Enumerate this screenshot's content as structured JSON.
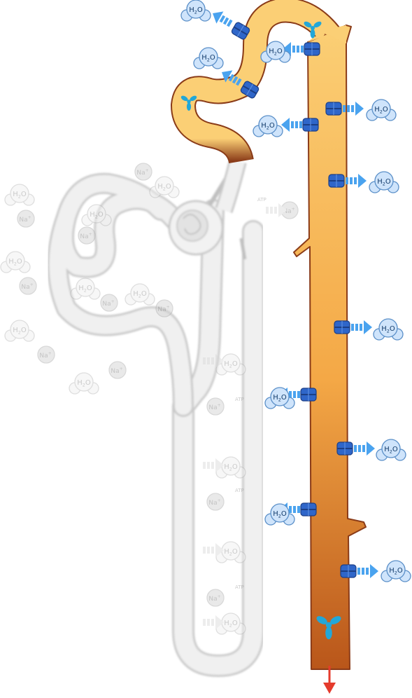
{
  "molecules": {
    "water_main": "H",
    "water_sub": "2",
    "water_tail": "O",
    "sodium_main": "Na",
    "sodium_sup": "+",
    "atp": "ATP"
  },
  "colors": {
    "duct_light": "#fbcf75",
    "duct_dark": "#b9561a",
    "duct_outline": "#8a3b18",
    "channel": "#2f66c9",
    "channel_dark": "#1c3f86",
    "arrow_blue": "#4aa3ef",
    "water_fill": "#cfe4fb",
    "water_stroke": "#5a8fc8",
    "hormone": "#22a7d8",
    "exit_arrow": "#e53b2c",
    "faded_nephron": "#d8d8d8"
  },
  "icons": {
    "aquaporin": "aquaporin-channel-icon",
    "water": "water-molecule-icon",
    "hormone": "hormone-receptor-icon",
    "exit": "urine-outflow-arrow-icon"
  }
}
